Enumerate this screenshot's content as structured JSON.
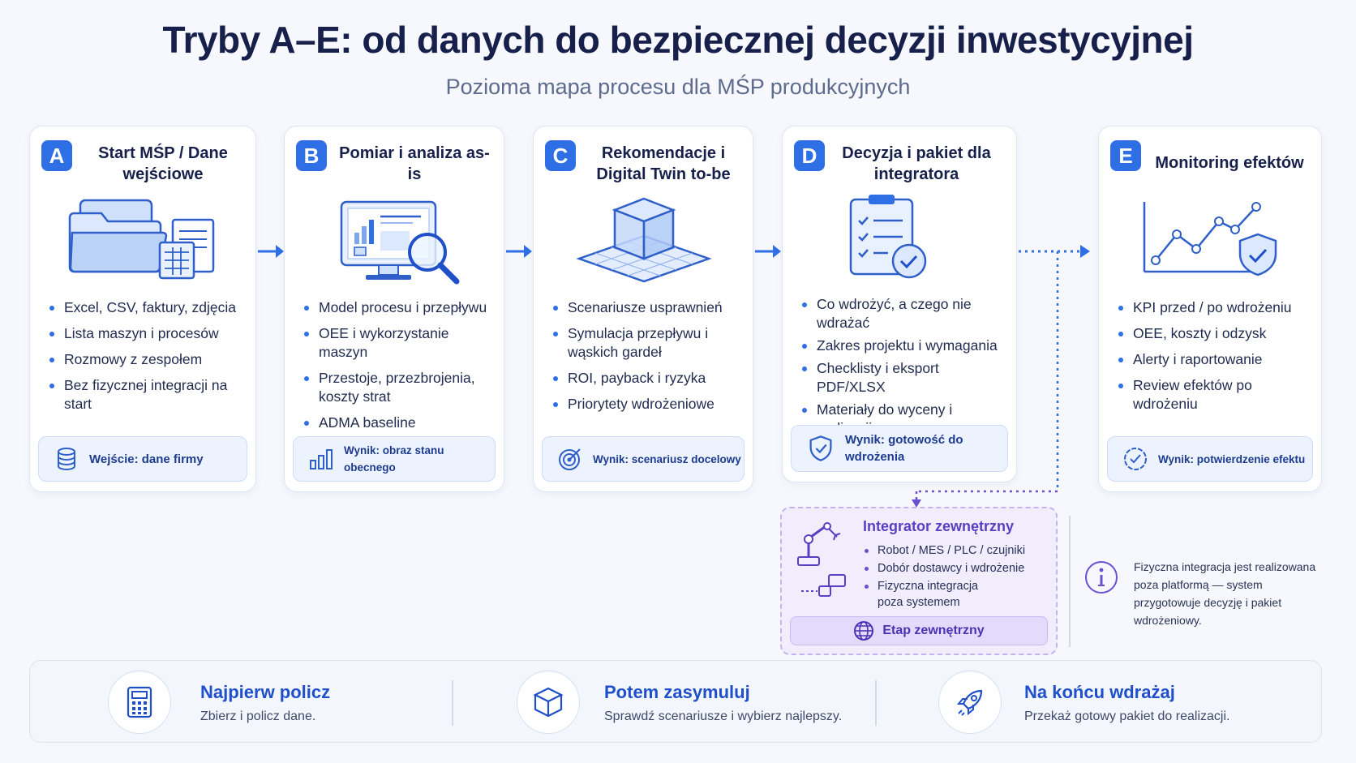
{
  "header": {
    "title": "Tryby A–E: od danych do bezpiecznej decyzji inwestycyjnej",
    "subtitle": "Pozioma mapa procesu dla MŚP produkcyjnych"
  },
  "colors": {
    "accent": "#2f6fe6",
    "title": "#16204b",
    "external": "#6a4fd3",
    "footer_title": "#1f4fc9"
  },
  "cards": [
    {
      "letter": "A",
      "title": "Start MŚP / Dane wejściowe",
      "icon": "folder-documents-icon",
      "bullets": [
        "Excel, CSV, faktury, zdjęcia",
        "Lista maszyn i procesów",
        "Rozmowy z zespołem",
        "Bez fizycznej integracji na start"
      ],
      "result": "Wejście: dane firmy",
      "result_icon": "database-icon"
    },
    {
      "letter": "B",
      "title": "Pomiar i analiza as-is",
      "icon": "monitor-magnifier-icon",
      "bullets": [
        "Model procesu i przepływu",
        "OEE i wykorzystanie maszyn",
        "Przestoje, przezbrojenia, koszty strat",
        "ADMA baseline"
      ],
      "result": "Wynik: obraz stanu obecnego",
      "result_icon": "bar-chart-icon"
    },
    {
      "letter": "C",
      "title": "Rekomendacje i Digital Twin to-be",
      "icon": "digital-twin-cube-icon",
      "bullets": [
        "Scenariusze usprawnień",
        "Symulacja przepływu i wąskich gardeł",
        "ROI, payback i ryzyka",
        "Priorytety wdrożeniowe"
      ],
      "result": "Wynik: scenariusz docelowy",
      "result_icon": "target-icon"
    },
    {
      "letter": "D",
      "title": "Decyzja i pakiet dla integratora",
      "icon": "checklist-clipboard-icon",
      "bullets": [
        "Co wdrożyć, a czego nie wdrażać",
        "Zakres projektu i wymagania",
        "Checklisty i eksport PDF/XLSX",
        "Materiały do wyceny i realizacji"
      ],
      "result": "Wynik: gotowość do wdrożenia",
      "result_icon": "shield-check-icon"
    },
    {
      "letter": "E",
      "title": "Monitoring efektów",
      "icon": "line-chart-shield-icon",
      "bullets": [
        "KPI przed / po wdrożeniu",
        "OEE, koszty i odzysk",
        "Alerty i raportowanie",
        "Review efektów po wdrożeniu"
      ],
      "result": "Wynik: potwierdzenie efektu",
      "result_icon": "badge-check-icon"
    }
  ],
  "integrator": {
    "title": "Integrator zewnętrzny",
    "bullets": [
      "Robot / MES / PLC / czujniki",
      "Dobór dostawcy i wdrożenie",
      "Fizyczna integracja poza systemem"
    ],
    "stage_label": "Etap zewnętrzny",
    "icon": "robot-arm-icon",
    "stage_icon": "globe-icon"
  },
  "note": {
    "text": "Fizyczna integracja jest realizowana poza platformą — system przygotowuje decyzję i pakiet wdrożeniowy.",
    "icon": "info-icon"
  },
  "footer": [
    {
      "title": "Najpierw policz",
      "subtitle": "Zbierz i policz dane.",
      "icon": "calculator-icon"
    },
    {
      "title": "Potem zasymuluj",
      "subtitle": "Sprawdź scenariusze i wybierz najlepszy.",
      "icon": "cube-icon"
    },
    {
      "title": "Na końcu wdrażaj",
      "subtitle": "Przekaż gotowy pakiet do realizacji.",
      "icon": "rocket-icon"
    }
  ]
}
